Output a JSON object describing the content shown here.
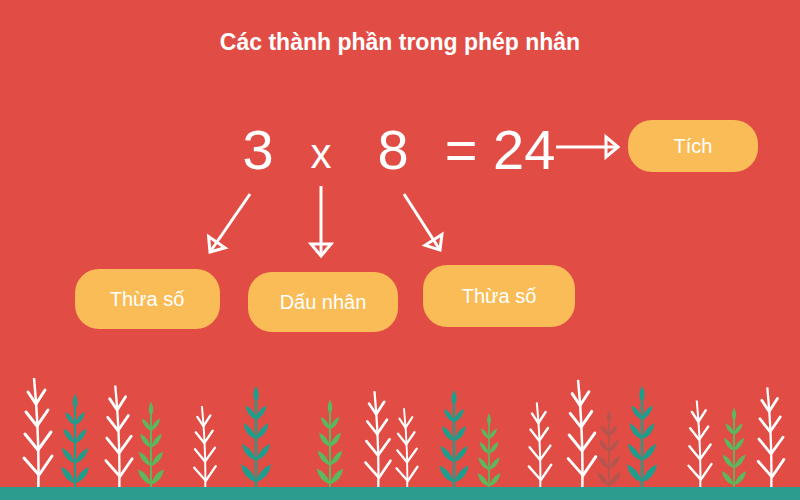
{
  "diagram": {
    "title": "Các thành phần trong phép nhân",
    "nodes": [
      {
        "text": [
          "Tích"
        ]
      },
      {
        "text": [
          "Thừa số"
        ]
      },
      {
        "text": [
          "Dấu nhân"
        ]
      },
      {
        "text": [
          "Thừa số"
        ]
      }
    ],
    "labels": [
      "3",
      "x",
      "8",
      "= 24"
    ]
  }
}
